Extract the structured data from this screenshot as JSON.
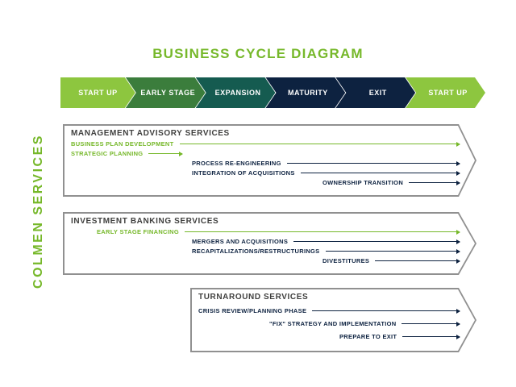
{
  "title": "BUSINESS CYCLE DIAGRAM",
  "sidebar_label": "COLMEN SERVICES",
  "colors": {
    "green": "#76B82A",
    "navy": "#0D2240",
    "title_green": "#76B82A",
    "heading_gray": "#3F3F3E",
    "box_border_gray": "#909090"
  },
  "stages": [
    {
      "label": "START UP",
      "color": "#8DC63F"
    },
    {
      "label": "EARLY STAGE",
      "color": "#3B7D3C"
    },
    {
      "label": "EXPANSION",
      "color": "#155B50"
    },
    {
      "label": "MATURITY",
      "color": "#0D2240"
    },
    {
      "label": "EXIT",
      "color": "#0D2240"
    },
    {
      "label": "START UP",
      "color": "#8DC63F"
    }
  ],
  "sections": [
    {
      "title": "MANAGEMENT ADVISORY SERVICES",
      "items": [
        {
          "label": "BUSINESS PLAN DEVELOPMENT",
          "color": "green",
          "indent": 0,
          "line": "fill"
        },
        {
          "label": "STRATEGIC PLANNING",
          "color": "green",
          "indent": 0,
          "line": "short"
        },
        {
          "label": "PROCESS RE-ENGINEERING",
          "color": "navy",
          "indent": 150,
          "line": "fill"
        },
        {
          "label": "INTEGRATION OF ACQUISITIONS",
          "color": "navy",
          "indent": 150,
          "line": "fill"
        },
        {
          "label": "OWNERSHIP TRANSITION",
          "color": "navy",
          "indent": 312,
          "line": "fill"
        }
      ]
    },
    {
      "title": "INVESTMENT BANKING SERVICES",
      "items": [
        {
          "label": "EARLY STAGE FINANCING",
          "color": "green",
          "indent": 32,
          "line": "fill"
        },
        {
          "label": "MERGERS AND ACQUISITIONS",
          "color": "navy",
          "indent": 150,
          "line": "fill"
        },
        {
          "label": "RECAPITALIZATIONS/RESTRUCTURINGS",
          "color": "navy",
          "indent": 150,
          "line": "fill"
        },
        {
          "label": "DIVESTITURES",
          "color": "navy",
          "indent": 312,
          "line": "fill"
        }
      ]
    },
    {
      "title": "TURNAROUND SERVICES",
      "items": [
        {
          "label": "CRISIS REVIEW/PLANNING PHASE",
          "color": "navy",
          "indent": 0,
          "line": "fill"
        },
        {
          "label": "\"FIX\" STRATEGY AND IMPLEMENTATION",
          "color": "navy",
          "indent": 88,
          "line": "fill"
        },
        {
          "label": "PREPARE TO EXIT",
          "color": "navy",
          "indent": 175,
          "line": "fill"
        }
      ]
    }
  ]
}
